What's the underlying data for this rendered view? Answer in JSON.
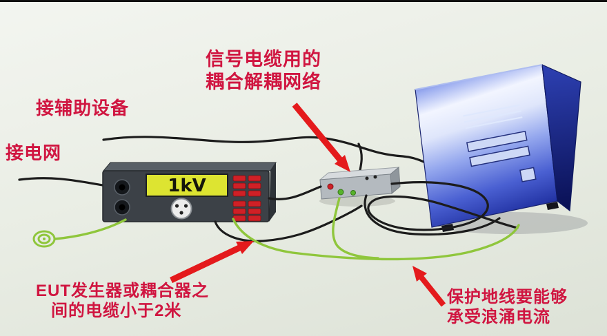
{
  "labels": {
    "coupling": {
      "line1": "信号电缆用的",
      "line2": "耦合解耦网络"
    },
    "aux": "接辅助设备",
    "mains": "接电网",
    "eut": {
      "line1": "EUT发生器或耦合器之",
      "line2": "间的电缆小于2米"
    },
    "earth": {
      "line1": "保护地线要能够",
      "line2": "承受浪涌电流"
    }
  },
  "generator": {
    "display": "1kV"
  },
  "icons": {
    "generator": "surge-generator",
    "coupling_network": "coupling-decoupling-network-box",
    "computer": "computer-tower",
    "ground_coil": "ground-wire-coil",
    "arrows": [
      "arrow-to-coupling-network",
      "arrow-to-eut-cable",
      "arrow-to-earth-wire"
    ]
  },
  "colors": {
    "label": "#d01540",
    "arrow": "#e41a1c",
    "wire_black": "#1c1c1c",
    "wire_green": "#8fc63c",
    "lcd": "#dde431",
    "lcd_text": "#15150a"
  }
}
